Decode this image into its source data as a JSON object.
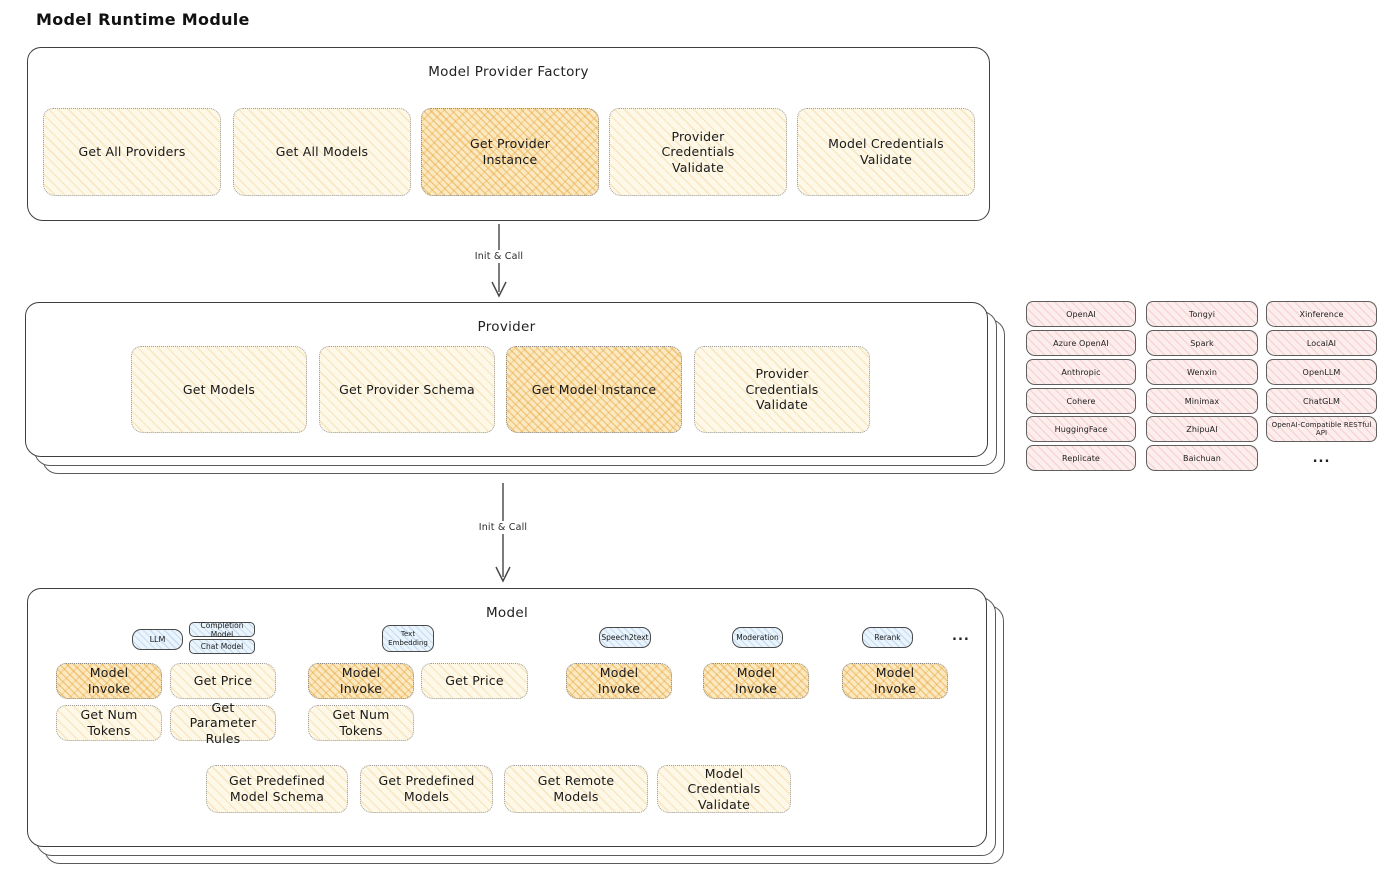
{
  "page_title": "Model Runtime Module",
  "factory": {
    "title": "Model Provider Factory",
    "boxes": [
      {
        "label": "Get All Providers",
        "variant": "light"
      },
      {
        "label": "Get All Models",
        "variant": "light"
      },
      {
        "label": "Get Provider Instance",
        "variant": "dark"
      },
      {
        "label": "Provider Credentials Validate",
        "variant": "light"
      },
      {
        "label": "Model Credentials Validate",
        "variant": "light"
      }
    ]
  },
  "arrows": [
    {
      "label": "Init & Call"
    },
    {
      "label": "Init & Call"
    }
  ],
  "provider": {
    "title": "Provider",
    "boxes": [
      {
        "label": "Get Models",
        "variant": "light"
      },
      {
        "label": "Get Provider Schema",
        "variant": "light"
      },
      {
        "label": "Get Model Instance",
        "variant": "dark"
      },
      {
        "label": "Provider Credentials Validate",
        "variant": "light"
      }
    ]
  },
  "providers": {
    "columns": [
      [
        "OpenAI",
        "Azure OpenAI",
        "Anthropic",
        "Cohere",
        "HuggingFace",
        "Replicate"
      ],
      [
        "Tongyi",
        "Spark",
        "Wenxin",
        "Minimax",
        "ZhipuAI",
        "Baichuan"
      ],
      [
        "Xinference",
        "LocalAI",
        "OpenLLM",
        "ChatGLM",
        "OpenAI-Compatible RESTful API",
        "..."
      ]
    ]
  },
  "model": {
    "title": "Model",
    "tags": {
      "llm": "LLM",
      "completion": "Completion Model",
      "chat": "Chat Model",
      "text_embedding": "Text Embedding",
      "speech2text": "Speech2text",
      "moderation": "Moderation",
      "rerank": "Rerank",
      "more": "..."
    },
    "ops": {
      "model_invoke": "Model Invoke",
      "get_price": "Get Price",
      "get_num_tokens": "Get Num Tokens",
      "get_parameter_rules": "Get Parameter Rules"
    },
    "bottom": [
      "Get Predefined Model Schema",
      "Get Predefined Models",
      "Get Remote Models",
      "Model Credentials Validate"
    ]
  },
  "colors": {
    "ink": "#1f1f1f",
    "box_yellow_light": "#fdf8e8",
    "box_yellow_dark": "#fbe9c2",
    "box_pink": "#fdeeee",
    "box_blue": "#eaf4fc",
    "hatch_orange": "#e79e2c",
    "hatch_red": "#e07070",
    "hatch_blue": "#6096cd",
    "border_dark": "#3f3f3f",
    "border_dotted": "#9b9b9b"
  }
}
